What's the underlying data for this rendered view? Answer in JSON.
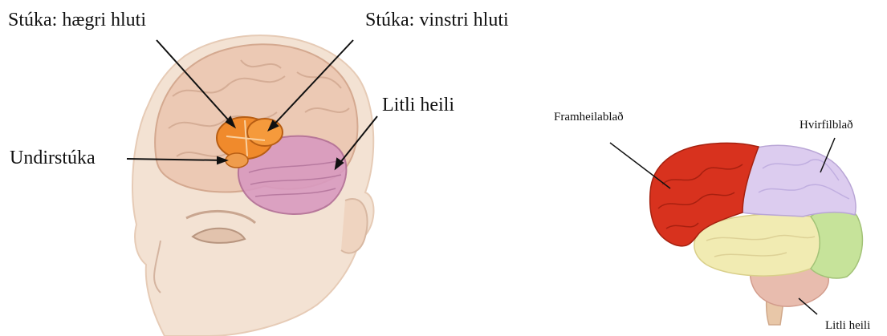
{
  "left_diagram": {
    "labels": {
      "thalamus_right": "Stúka: hægri hluti",
      "thalamus_left": "Stúka: vinstri hluti",
      "cerebellum": "Litli heili",
      "hypothalamus": "Undirstúka"
    }
  },
  "right_diagram": {
    "labels": {
      "frontal_lobe": "Framheilablað",
      "parietal_lobe": "Hvirfilblað",
      "cerebellum": "Litli heili"
    }
  },
  "colors": {
    "skin": "#efd9c6",
    "brain_outline": "#d9b4a0",
    "thalamus": "#f08a2c",
    "cerebellum_left": "#d890b8",
    "frontal": "#d8321e",
    "parietal": "#d7c6ec",
    "temporal": "#efe7a4",
    "occipital": "#bde08c",
    "cerebellum_right": "#e4b4a6",
    "stem": "#e6c4a4"
  }
}
